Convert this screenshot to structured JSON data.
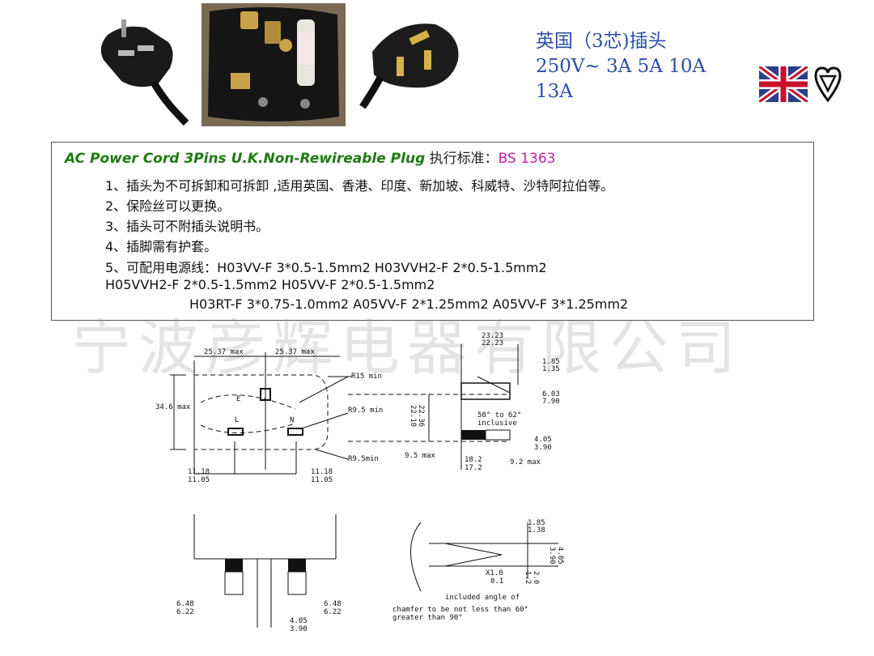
{
  "header": {
    "line1": "英国（3芯)插头",
    "line2": "250V~  3A  5A  10A",
    "line3": "13A"
  },
  "spec": {
    "title_en": "AC Power Cord 3Pins U.K.Non-Rewireable Plug",
    "standard_label": "执行标准：",
    "standard_code": "BS 1363",
    "items": [
      "1、插头为不可拆卸和可拆卸 ,适用英国、香港、印度、新加坡、科威特、沙特阿拉伯等。",
      "2、保险丝可以更换。",
      "3、插头可不附插头说明书。",
      "4、插脚需有护套。",
      "5、可配用电源线：H03VV-F 3*0.5-1.5mm2  H03VVH2-F 2*0.5-1.5mm2",
      "H05VVH2-F 2*0.5-1.5mm2   H05VV-F 2*0.5-1.5mm2",
      "H03RT-F 3*0.75-1.0mm2   A05VV-F 2*1.25mm2    A05VV-F 3*1.25mm2"
    ]
  },
  "watermark": "宁波彦辉电器有限公司",
  "drawing": {
    "dim_25_37_a": "25.37 max",
    "dim_25_37_b": "25.37 max",
    "dim_34_6": "34.6 max",
    "r15": "R15 min",
    "r95a": "R9.5 min",
    "r95b": "R9.5min",
    "pin_e": "E",
    "pin_l": "L",
    "pin_n": "N",
    "d1118a": "11.18",
    "d1105a": "11.05",
    "d1118b": "11.18",
    "d1105b": "11.05",
    "d2236": "22.36",
    "d2210": "22.10",
    "d95max": "9.5 max",
    "d2323": "23.23",
    "d2223": "22.23",
    "d185a": "1.85",
    "d135a": "1.35",
    "d603": "6.03",
    "d790": "7.90",
    "angle": "58° to 62°",
    "inclusive": "inclusive",
    "d405a": "4.05",
    "d390a": "3.90",
    "d182": "18.2",
    "d172": "17.2",
    "d92max": "9.2 max",
    "d648a": "6.48",
    "d622a": "6.22",
    "d648b": "6.48",
    "d622b": "6.22",
    "d405b": "4.05",
    "d390b": "3.90",
    "d185b": "1.85",
    "d138b": "1.38",
    "d405c": "4.05",
    "d390c": "3.90",
    "x10": "X1.0",
    "x01": "0.1",
    "d20": "2.0",
    "d12": "1.2",
    "incl_angle": "included angle of",
    "chamfer1": "chamfer to be not less than 60°",
    "chamfer2": "greater than 90°"
  }
}
